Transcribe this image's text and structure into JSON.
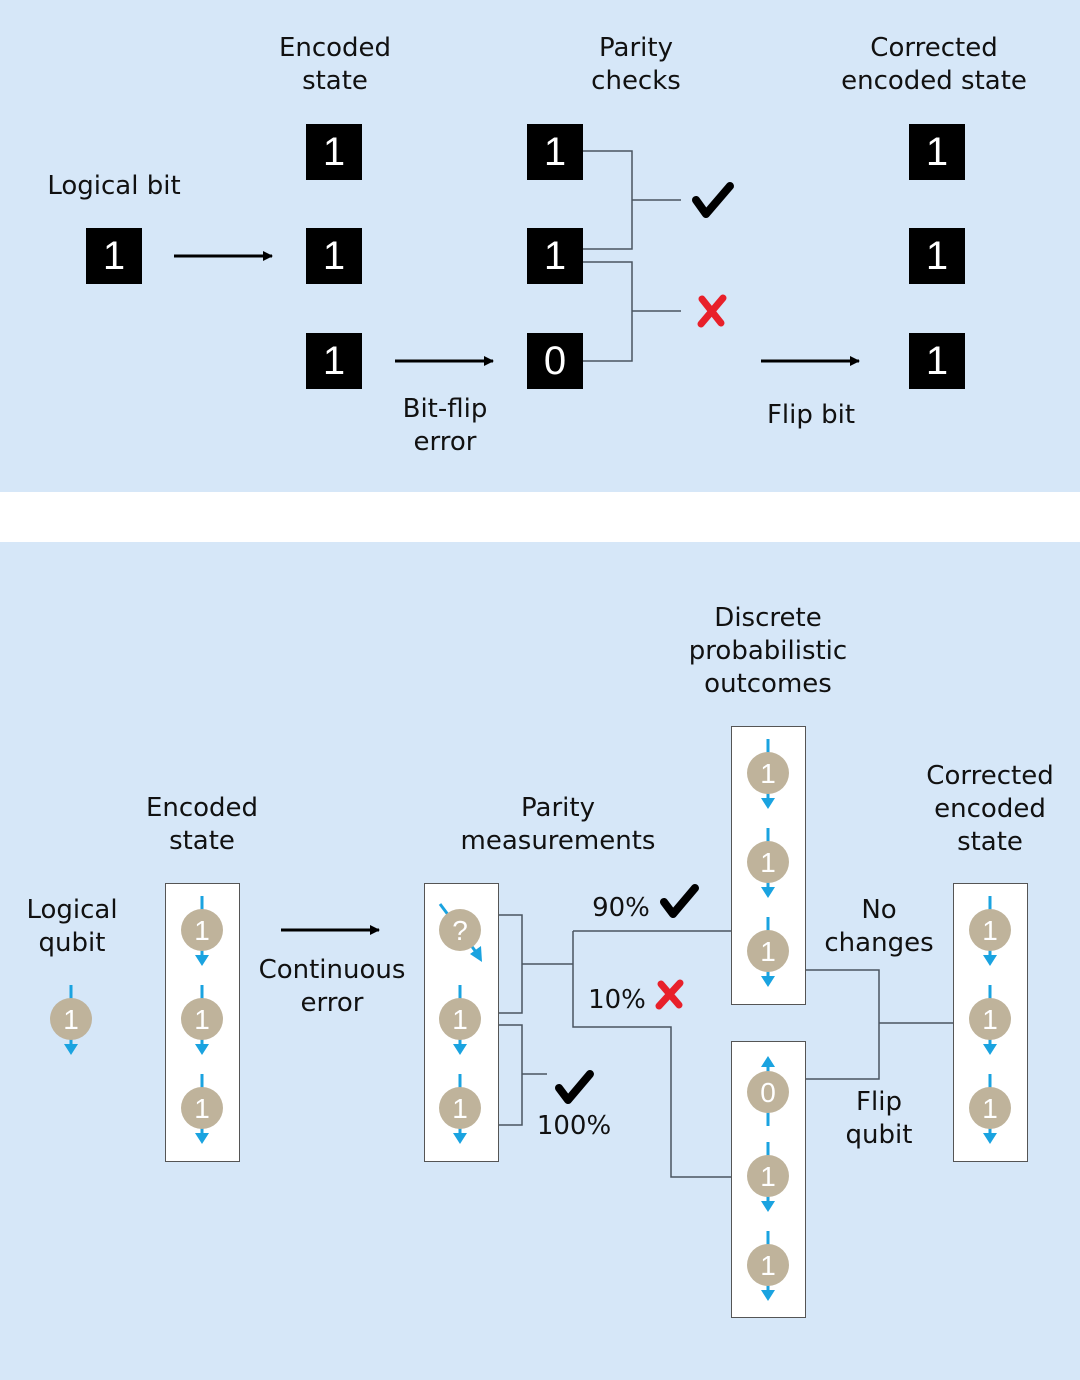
{
  "classical": {
    "labels": {
      "logical_bit": "Logical bit",
      "encoded_state": "Encoded\nstate",
      "parity_checks": "Parity\nchecks",
      "corrected": "Corrected\nencoded state",
      "bit_flip_error": "Bit-flip\nerror",
      "flip_bit": "Flip bit"
    },
    "logical_bit": "1",
    "encoded": [
      "1",
      "1",
      "1"
    ],
    "after_error": [
      "1",
      "1",
      "0"
    ],
    "checks": [
      "pass",
      "fail"
    ],
    "corrected": [
      "1",
      "1",
      "1"
    ]
  },
  "quantum": {
    "labels": {
      "logical_qubit": "Logical\nqubit",
      "encoded_state": "Encoded\nstate",
      "continuous_error": "Continuous\nerror",
      "parity_measurements": "Parity\nmeasurements",
      "discrete_outcomes": "Discrete\nprobabilistic\noutcomes",
      "corrected": "Corrected\nencoded\nstate",
      "no_changes": "No\nchanges",
      "flip_qubit": "Flip\nqubit",
      "p90": "90%",
      "p10": "10%",
      "p100": "100%"
    },
    "logical_qubit": "1",
    "encoded": [
      "1",
      "1",
      "1"
    ],
    "measured": [
      "?",
      "1",
      "1"
    ],
    "outcome_a": [
      "1",
      "1",
      "1"
    ],
    "outcome_b": [
      "0",
      "1",
      "1"
    ],
    "corrected": [
      "1",
      "1",
      "1"
    ]
  },
  "colors": {
    "panel_bg": "#d6e7f8",
    "qubit": "#bfb39b",
    "spin_arrow": "#1aa3e0",
    "fail": "#e8202a",
    "pass": "#000000"
  }
}
